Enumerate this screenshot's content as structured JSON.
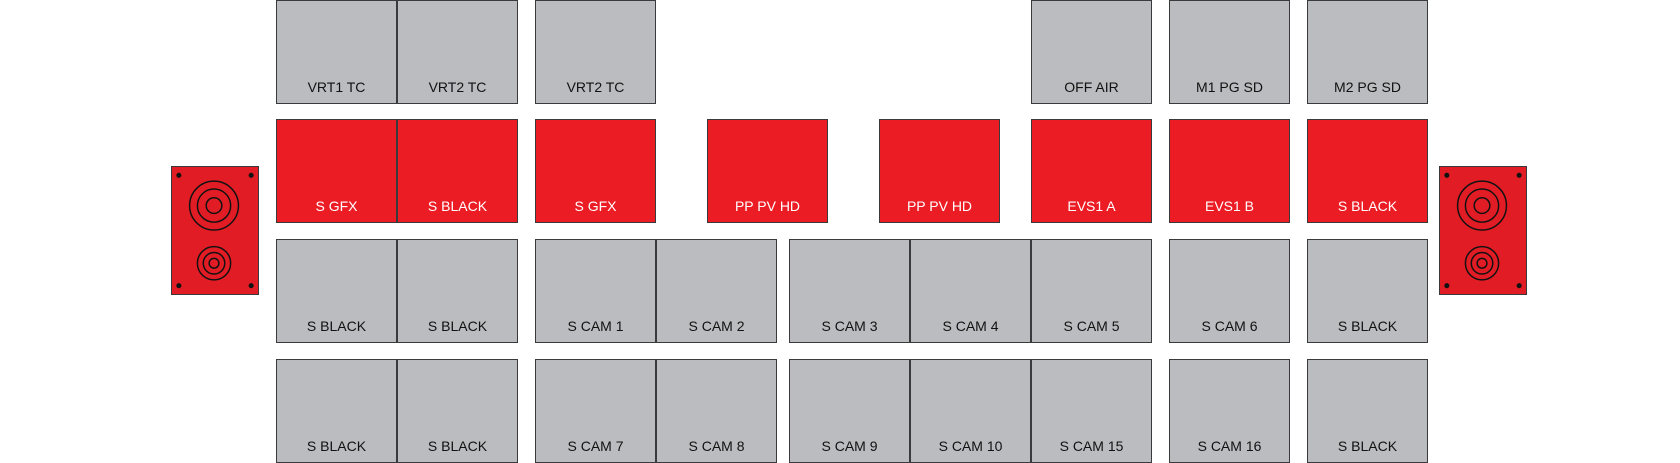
{
  "colors": {
    "tally_red": "#ec1c24",
    "monitor_gray": "#bbbcbf",
    "border": "#3a3a3c"
  },
  "speakers": {
    "icon": "speaker-icon"
  },
  "rows": [
    [
      "VRT1 TC",
      "VRT2 TC",
      "VRT2 TC",
      "OFF AIR",
      "M1 PG SD",
      "M2 PG SD"
    ],
    [
      "S GFX",
      "S BLACK",
      "S GFX",
      "PP PV HD",
      "PP PV HD",
      "EVS1 A",
      "EVS1 B",
      "S BLACK"
    ],
    [
      "S BLACK",
      "S BLACK",
      "S CAM 1",
      "S CAM 2",
      "S CAM 3",
      "S CAM 4",
      "S CAM 5",
      "S CAM 6",
      "S BLACK"
    ],
    [
      "S BLACK",
      "S BLACK",
      "S CAM 7",
      "S CAM 8",
      "S CAM 9",
      "S CAM 10",
      "S CAM 15",
      "S CAM 16",
      "S BLACK"
    ]
  ]
}
